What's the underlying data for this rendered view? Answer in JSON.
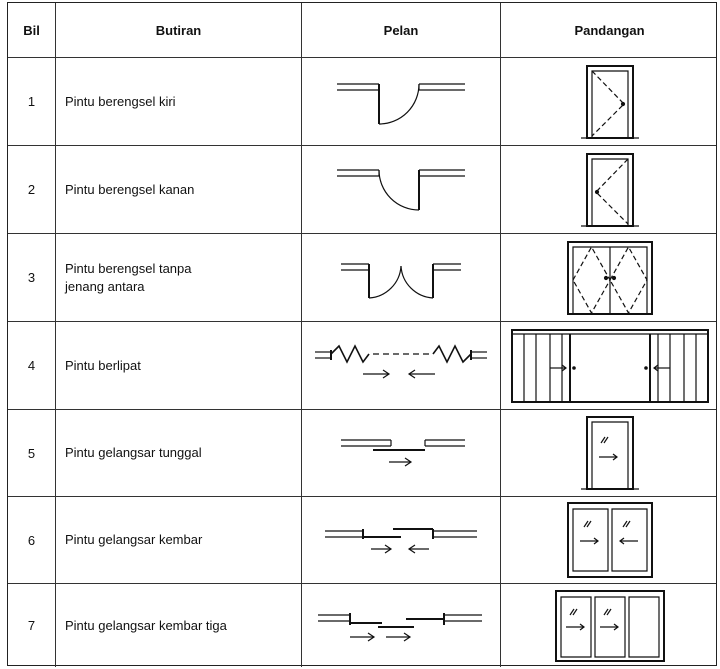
{
  "table": {
    "headers": {
      "bil": "Bil",
      "butiran": "Butiran",
      "pelan": "Pelan",
      "pandangan": "Pandangan"
    },
    "rows": [
      {
        "bil": "1",
        "butiran": "Pintu berengsel kiri",
        "plan_icon": "left-hinged-door-plan-icon",
        "elevation_icon": "left-hinged-door-elevation-icon"
      },
      {
        "bil": "2",
        "butiran": "Pintu berengsel kanan",
        "plan_icon": "right-hinged-door-plan-icon",
        "elevation_icon": "right-hinged-door-elevation-icon"
      },
      {
        "bil": "3",
        "butiran": "Pintu berengsel tanpa\njenang antara",
        "plan_icon": "double-hinged-door-plan-icon",
        "elevation_icon": "double-hinged-door-elevation-icon"
      },
      {
        "bil": "4",
        "butiran": "Pintu berlipat",
        "plan_icon": "folding-door-plan-icon",
        "elevation_icon": "folding-door-elevation-icon"
      },
      {
        "bil": "5",
        "butiran": "Pintu gelangsar tunggal",
        "plan_icon": "single-sliding-door-plan-icon",
        "elevation_icon": "single-sliding-door-elevation-icon"
      },
      {
        "bil": "6",
        "butiran": "Pintu gelangsar kembar",
        "plan_icon": "double-sliding-door-plan-icon",
        "elevation_icon": "double-sliding-door-elevation-icon"
      },
      {
        "bil": "7",
        "butiran": "Pintu gelangsar kembar tiga",
        "plan_icon": "triple-sliding-door-plan-icon",
        "elevation_icon": "triple-sliding-door-elevation-icon"
      }
    ]
  }
}
